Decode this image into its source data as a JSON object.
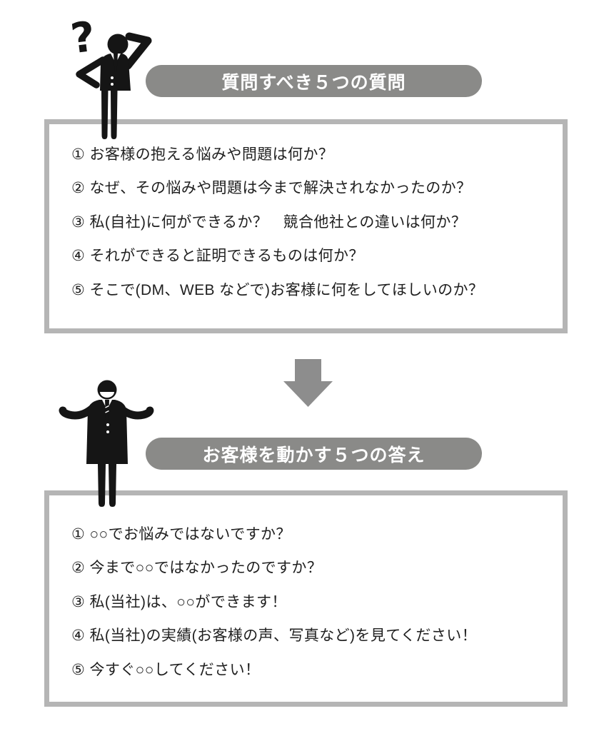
{
  "colors": {
    "banner_bg": "#8a8a88",
    "banner_text": "#ffffff",
    "box_border": "#b5b5b5",
    "arrow": "#8d8d8d",
    "figure": "#151515",
    "body_text": "#1f1f1f",
    "background": "#ffffff"
  },
  "icons": {
    "question_mark": "?",
    "thinking_businessman": "thinking-businessman-icon",
    "happy_businessman": "happy-businessman-icon",
    "down_arrow": "down-arrow-icon"
  },
  "sections": [
    {
      "banner": "質問すべき５つの質問",
      "items": [
        "① お客様の抱える悩みや問題は何か？",
        "② なぜ、その悩みや問題は今まで解決されなかったのか？",
        "③ 私(自社)に何ができるか？　競合他社との違いは何か？",
        "④ それができると証明できるものは何か？",
        "⑤ そこで(DM、WEB などで)お客様に何をしてほしいのか？"
      ]
    },
    {
      "banner": "お客様を動かす５つの答え",
      "items": [
        "① ○○でお悩みではないですか？",
        "② 今まで○○ではなかったのですか？",
        "③ 私(当社)は、○○ができます！",
        "④ 私(当社)の実績(お客様の声、写真など)を見てください！",
        "⑤ 今すぐ○○してください！"
      ]
    }
  ]
}
